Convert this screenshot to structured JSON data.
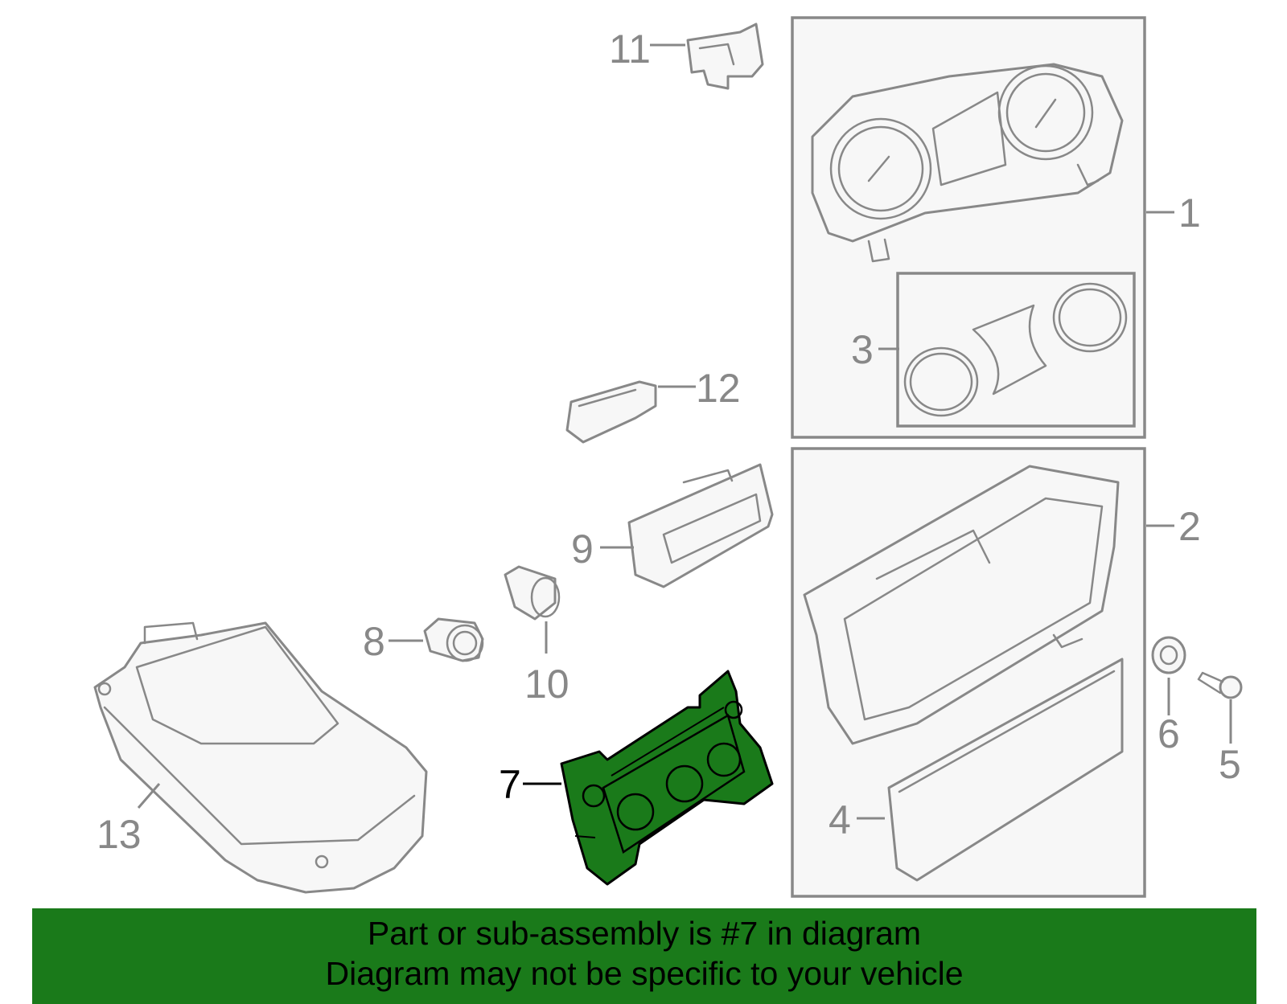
{
  "diagram": {
    "callouts": {
      "c1": "1",
      "c2": "2",
      "c3": "3",
      "c4": "4",
      "c5": "5",
      "c6": "6",
      "c7": "7",
      "c8": "8",
      "c9": "9",
      "c10": "10",
      "c11": "11",
      "c12": "12",
      "c13": "13"
    },
    "highlighted_part": "7",
    "colors": {
      "line": "#888888",
      "highlight": "#1a7a1a",
      "banner": "#1a7a1a",
      "box_fill": "#f7f7f7"
    }
  },
  "banner": {
    "line1": "Part or sub-assembly is #7 in diagram",
    "line2": "Diagram may not be specific to your vehicle"
  }
}
